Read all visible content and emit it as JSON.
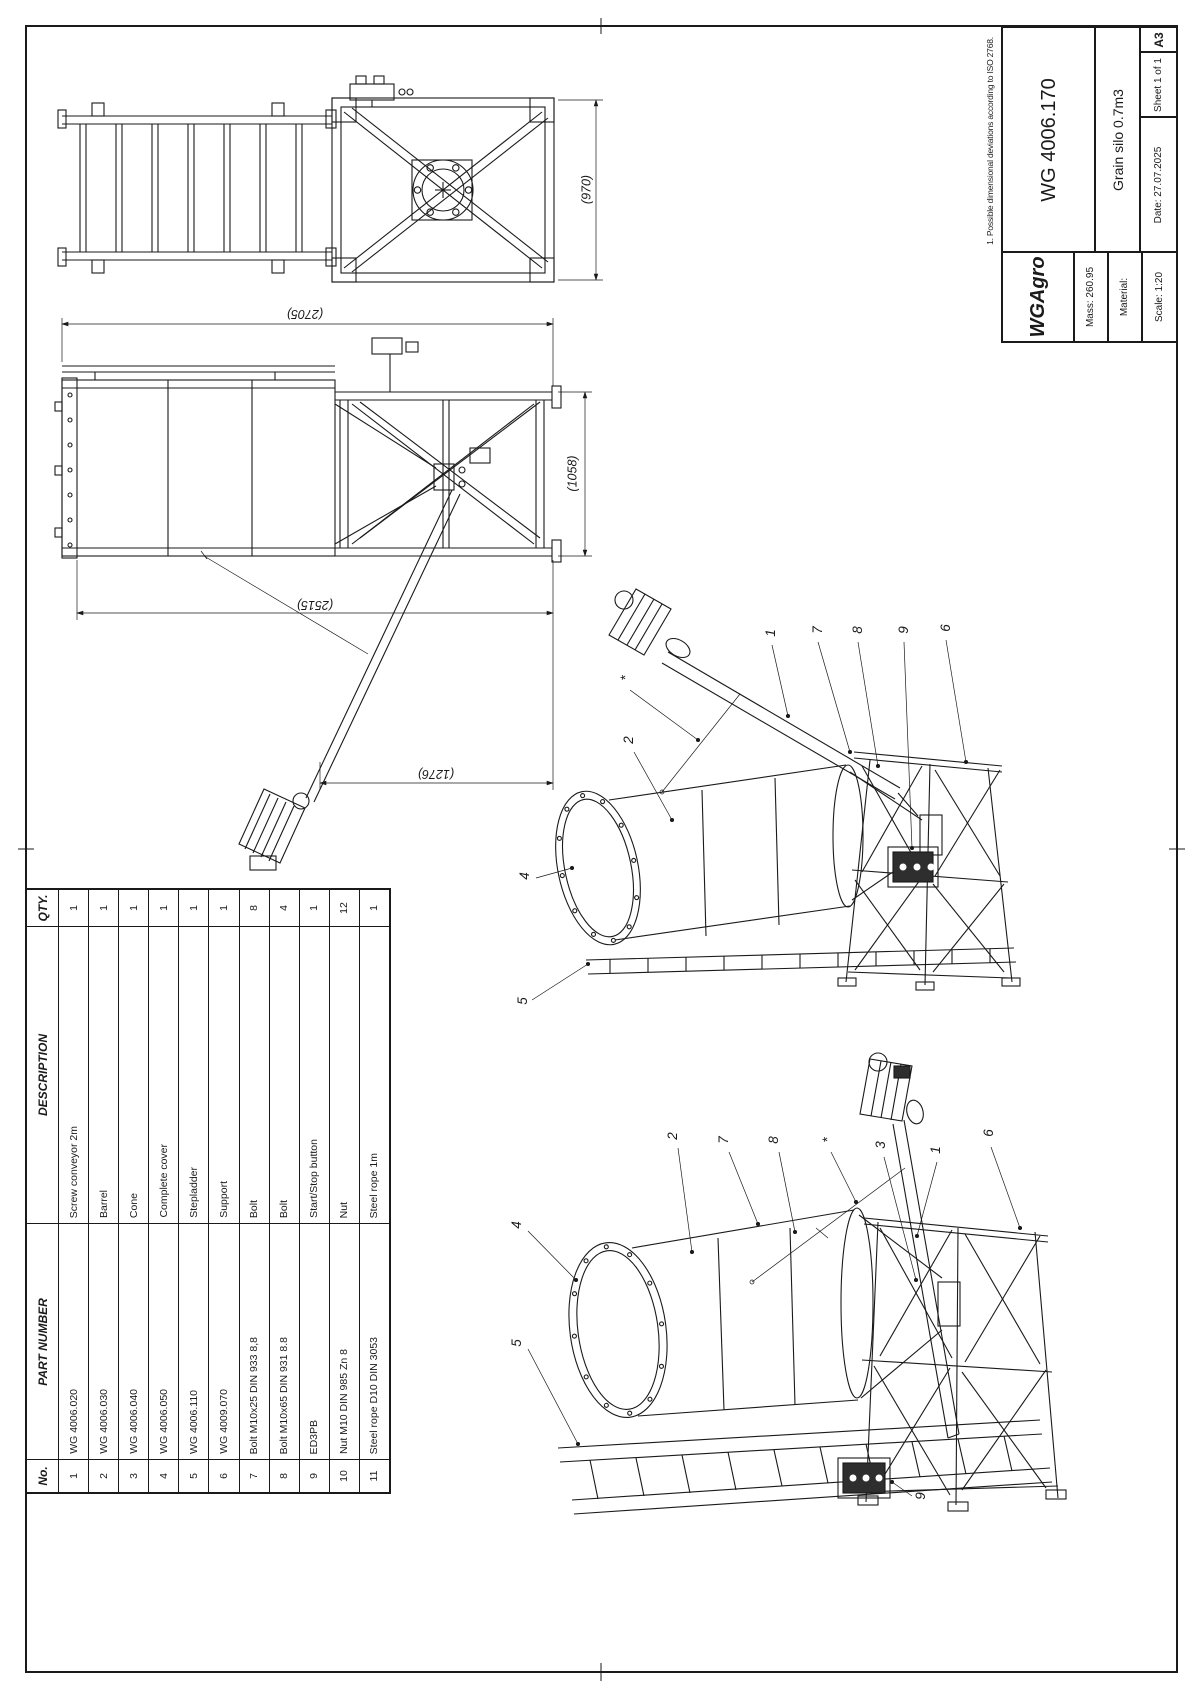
{
  "title_block": {
    "note": "1. Possible dimensional deviations according to ISO 2768.",
    "company": "WGAgro",
    "part_number": "WG 4006.170",
    "drawing_title": "Grain silo 0.7m3",
    "mass": "Mass: 260.95",
    "material": "Material:",
    "scale": "Scale: 1:20",
    "date": "Date: 27.07.2025",
    "sheet": "Sheet 1 of 1",
    "format": "A3"
  },
  "parts_table": {
    "headers": {
      "no": "No.",
      "part_number": "PART NUMBER",
      "description": "DESCRIPTION",
      "qty": "QTY."
    },
    "rows": [
      {
        "no": "1",
        "part_number": "WG 4006.020",
        "description": "Screw conveyor 2m",
        "qty": "1"
      },
      {
        "no": "2",
        "part_number": "WG 4006.030",
        "description": "Barrel",
        "qty": "1"
      },
      {
        "no": "3",
        "part_number": "WG 4006.040",
        "description": "Cone",
        "qty": "1"
      },
      {
        "no": "4",
        "part_number": "WG 4006.050",
        "description": "Complete cover",
        "qty": "1"
      },
      {
        "no": "5",
        "part_number": "WG 4006.110",
        "description": "Stepladder",
        "qty": "1"
      },
      {
        "no": "6",
        "part_number": "WG 4009.070",
        "description": "Support",
        "qty": "1"
      },
      {
        "no": "7",
        "part_number": "Bolt M10x25 DIN 933 8,8",
        "description": "Bolt",
        "qty": "8"
      },
      {
        "no": "8",
        "part_number": "Bolt M10x65 DIN 931 8.8",
        "description": "Bolt",
        "qty": "4"
      },
      {
        "no": "9",
        "part_number": "ED3PB",
        "description": "Start/Stop button",
        "qty": "1"
      },
      {
        "no": "10",
        "part_number": "Nut M10 DIN 985 Zn 8",
        "description": "Nut",
        "qty": "12"
      },
      {
        "no": "11",
        "part_number": "Steel rope D10 DIN 3053",
        "description": "Steel rope 1m",
        "qty": "1"
      }
    ]
  },
  "dimensions": {
    "frame_width_top": "(970)",
    "total_height": "(2705)",
    "stand_width": "(1058)",
    "conveyor_top_height": "(2515)",
    "outlet_height": "(1276)"
  },
  "balloons": {
    "iso_a": [
      "1",
      "7",
      "8",
      "9",
      "6",
      "2",
      "*",
      "4",
      "5"
    ],
    "iso_b": [
      "2",
      "7",
      "8",
      "*",
      "3",
      "1",
      "6",
      "4",
      "5",
      "9"
    ]
  }
}
